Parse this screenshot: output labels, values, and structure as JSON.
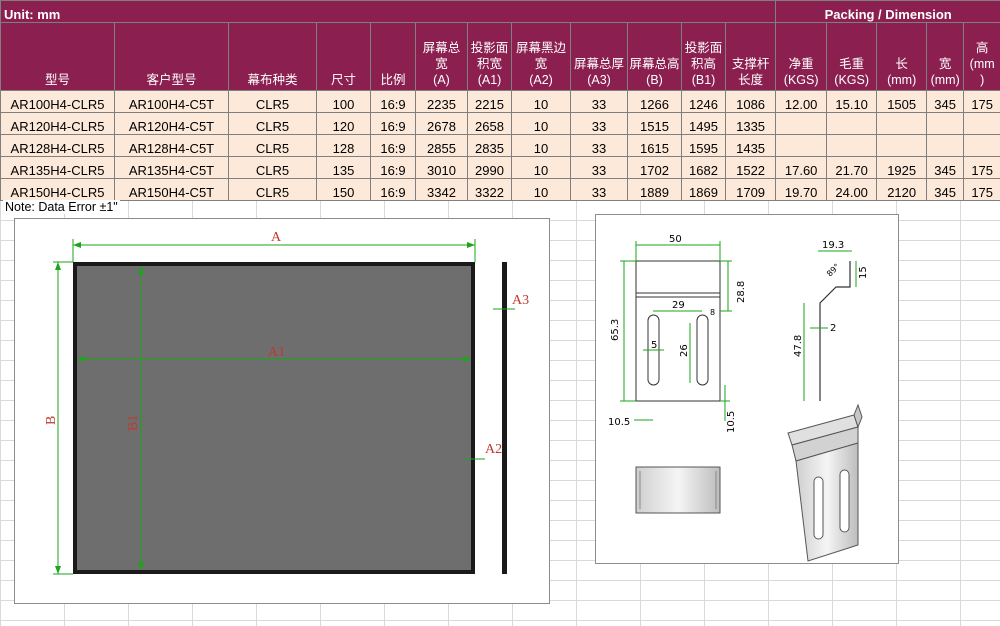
{
  "table": {
    "unit_label": "Unit: mm",
    "packing_label": "Packing / Dimension",
    "headers": [
      "型号",
      "客户型号",
      "幕布种类",
      "尺寸",
      "比例",
      "屏幕总宽\n(A)",
      "投影面积宽\n(A1)",
      "屏幕黑边宽\n(A2)",
      "屏幕总厚\n(A3)",
      "屏幕总高\n(B)",
      "投影面积高\n(B1)",
      "支撑杆长度",
      "净重\n(KGS)",
      "毛重\n(KGS)",
      "长\n(mm)",
      "宽\n(mm)",
      "高\n(mm\n)"
    ],
    "rows": [
      [
        "AR100H4-CLR5",
        "AR100H4-C5T",
        "CLR5",
        "100",
        "16:9",
        "2235",
        "2215",
        "10",
        "33",
        "1266",
        "1246",
        "1086",
        "12.00",
        "15.10",
        "1505",
        "345",
        "175"
      ],
      [
        "AR120H4-CLR5",
        "AR120H4-C5T",
        "CLR5",
        "120",
        "16:9",
        "2678",
        "2658",
        "10",
        "33",
        "1515",
        "1495",
        "1335",
        "",
        "",
        "",
        "",
        ""
      ],
      [
        "AR128H4-CLR5",
        "AR128H4-C5T",
        "CLR5",
        "128",
        "16:9",
        "2855",
        "2835",
        "10",
        "33",
        "1615",
        "1595",
        "1435",
        "",
        "",
        "",
        "",
        ""
      ],
      [
        "AR135H4-CLR5",
        "AR135H4-C5T",
        "CLR5",
        "135",
        "16:9",
        "3010",
        "2990",
        "10",
        "33",
        "1702",
        "1682",
        "1522",
        "17.60",
        "21.70",
        "1925",
        "345",
        "175"
      ],
      [
        "AR150H4-CLR5",
        "AR150H4-C5T",
        "CLR5",
        "150",
        "16:9",
        "3342",
        "3322",
        "10",
        "33",
        "1889",
        "1869",
        "1709",
        "19.70",
        "24.00",
        "2120",
        "345",
        "175"
      ]
    ]
  },
  "note": "Note: Data Error ±1\"",
  "screen_diagram": {
    "labels": {
      "A": "A",
      "A1": "A1",
      "A2": "A2",
      "A3": "A3",
      "B": "B",
      "B1": "B1"
    }
  },
  "bracket_diagram": {
    "dims": {
      "width": "50",
      "slot_pitch": "29",
      "height_top": "28.8",
      "angle_note": "8",
      "overall_height": "65.3",
      "slot_width": "5",
      "slot_length": "26",
      "margin_left": "10.5",
      "margin_bottom": "10.5",
      "side_width": "19.3",
      "angle": "89°",
      "lip": "15",
      "thickness": "2",
      "side_height": "47.8"
    }
  },
  "colors": {
    "header_bg": "#8b2050",
    "row_bg": "#fde9d9",
    "dim_green": "#1aa61a",
    "label_red": "#c0392b",
    "screen_gray": "#6e6e6e"
  }
}
